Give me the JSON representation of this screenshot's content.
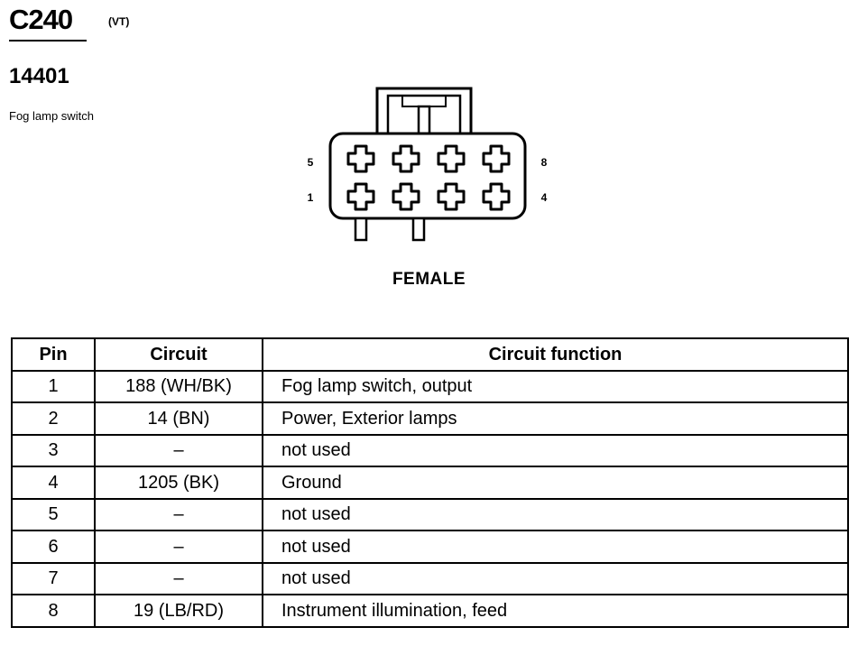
{
  "header": {
    "connector_id": "C240",
    "variant": "(VT)",
    "part_number": "14401",
    "description": "Fog lamp switch"
  },
  "connector": {
    "pin_labels": {
      "top_left": "5",
      "top_right": "8",
      "bottom_left": "1",
      "bottom_right": "4"
    },
    "gender": "FEMALE",
    "cavity_count": 8
  },
  "table": {
    "headers": {
      "pin": "Pin",
      "circuit": "Circuit",
      "function": "Circuit function"
    },
    "rows": [
      {
        "pin": "1",
        "circuit": "188 (WH/BK)",
        "function": "Fog lamp switch, output"
      },
      {
        "pin": "2",
        "circuit": "14 (BN)",
        "function": "Power, Exterior lamps"
      },
      {
        "pin": "3",
        "circuit": "–",
        "function": "not used"
      },
      {
        "pin": "4",
        "circuit": "1205 (BK)",
        "function": "Ground"
      },
      {
        "pin": "5",
        "circuit": "–",
        "function": "not used"
      },
      {
        "pin": "6",
        "circuit": "–",
        "function": "not used"
      },
      {
        "pin": "7",
        "circuit": "–",
        "function": "not used"
      },
      {
        "pin": "8",
        "circuit": "19 (LB/RD)",
        "function": "Instrument illumination, feed"
      }
    ]
  }
}
